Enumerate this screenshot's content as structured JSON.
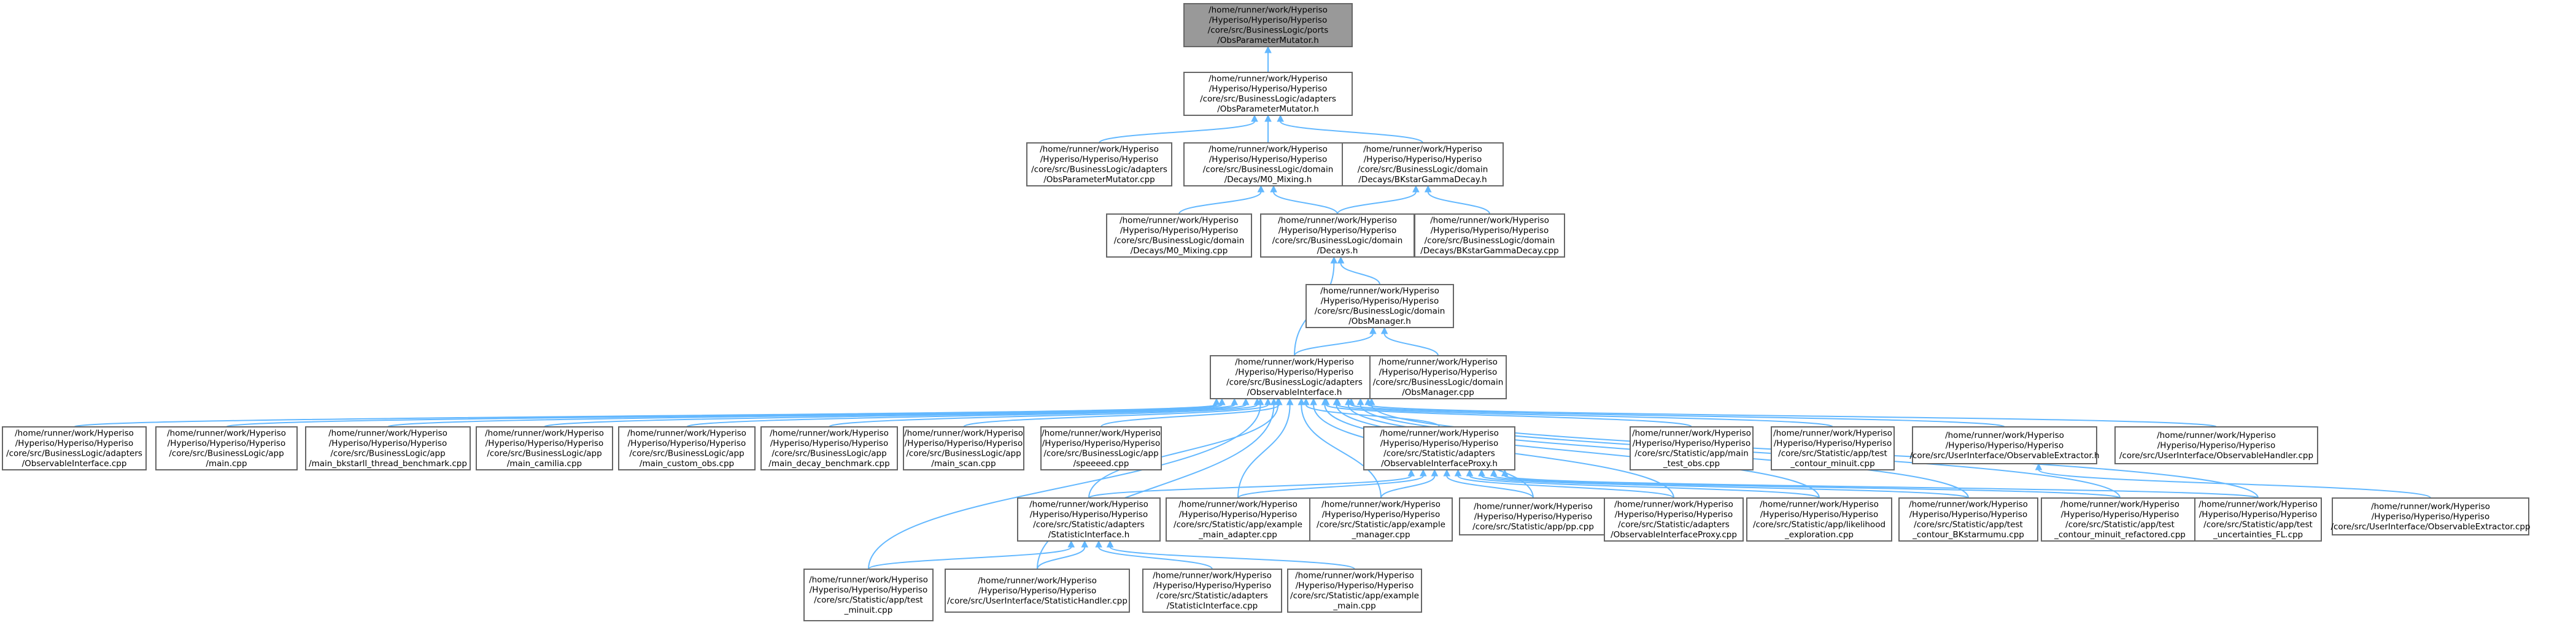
{
  "colors": {
    "edge": "#63b8ff",
    "node_border": "#666666",
    "root_fill": "#999999",
    "node_fill": "#ffffff"
  },
  "nodes": [
    {
      "id": "n0",
      "root": true,
      "lines": [
        "/home/runner/work/Hyperiso",
        "/Hyperiso/Hyperiso/Hyperiso",
        "/core/src/BusinessLogic/ports",
        "/ObsParameterMutator.h"
      ]
    },
    {
      "id": "n1",
      "lines": [
        "/home/runner/work/Hyperiso",
        "/Hyperiso/Hyperiso/Hyperiso",
        "/core/src/BusinessLogic/adapters",
        "/ObsParameterMutator.h"
      ]
    },
    {
      "id": "n2",
      "lines": [
        "/home/runner/work/Hyperiso",
        "/Hyperiso/Hyperiso/Hyperiso",
        "/core/src/BusinessLogic/adapters",
        "/ObsParameterMutator.cpp"
      ]
    },
    {
      "id": "n3",
      "lines": [
        "/home/runner/work/Hyperiso",
        "/Hyperiso/Hyperiso/Hyperiso",
        "/core/src/BusinessLogic/domain",
        "/Decays/M0_Mixing.h"
      ]
    },
    {
      "id": "n4",
      "lines": [
        "/home/runner/work/Hyperiso",
        "/Hyperiso/Hyperiso/Hyperiso",
        "/core/src/BusinessLogic/domain",
        "/Decays/BKstarGammaDecay.h"
      ]
    },
    {
      "id": "n5",
      "lines": [
        "/home/runner/work/Hyperiso",
        "/Hyperiso/Hyperiso/Hyperiso",
        "/core/src/BusinessLogic/domain",
        "/Decays/M0_Mixing.cpp"
      ]
    },
    {
      "id": "n6",
      "lines": [
        "/home/runner/work/Hyperiso",
        "/Hyperiso/Hyperiso/Hyperiso",
        "/core/src/BusinessLogic/domain",
        "/Decays.h"
      ]
    },
    {
      "id": "n7",
      "lines": [
        "/home/runner/work/Hyperiso",
        "/Hyperiso/Hyperiso/Hyperiso",
        "/core/src/BusinessLogic/domain",
        "/Decays/BKstarGammaDecay.cpp"
      ]
    },
    {
      "id": "n8",
      "lines": [
        "/home/runner/work/Hyperiso",
        "/Hyperiso/Hyperiso/Hyperiso",
        "/core/src/BusinessLogic/domain",
        "/ObsManager.h"
      ]
    },
    {
      "id": "n9",
      "lines": [
        "/home/runner/work/Hyperiso",
        "/Hyperiso/Hyperiso/Hyperiso",
        "/core/src/BusinessLogic/adapters",
        "/ObservableInterface.h"
      ]
    },
    {
      "id": "n10",
      "lines": [
        "/home/runner/work/Hyperiso",
        "/Hyperiso/Hyperiso/Hyperiso",
        "/core/src/BusinessLogic/domain",
        "/ObsManager.cpp"
      ]
    },
    {
      "id": "r1",
      "lines": [
        "/home/runner/work/Hyperiso",
        "/Hyperiso/Hyperiso/Hyperiso",
        "/core/src/BusinessLogic/adapters",
        "/ObservableInterface.cpp"
      ]
    },
    {
      "id": "r2",
      "lines": [
        "/home/runner/work/Hyperiso",
        "/Hyperiso/Hyperiso/Hyperiso",
        "/core/src/BusinessLogic/app",
        "/main.cpp"
      ]
    },
    {
      "id": "r3",
      "lines": [
        "/home/runner/work/Hyperiso",
        "/Hyperiso/Hyperiso/Hyperiso",
        "/core/src/BusinessLogic/app",
        "/main_bkstarll_thread_benchmark.cpp"
      ]
    },
    {
      "id": "r4",
      "lines": [
        "/home/runner/work/Hyperiso",
        "/Hyperiso/Hyperiso/Hyperiso",
        "/core/src/BusinessLogic/app",
        "/main_camilia.cpp"
      ]
    },
    {
      "id": "r5",
      "lines": [
        "/home/runner/work/Hyperiso",
        "/Hyperiso/Hyperiso/Hyperiso",
        "/core/src/BusinessLogic/app",
        "/main_custom_obs.cpp"
      ]
    },
    {
      "id": "r6",
      "lines": [
        "/home/runner/work/Hyperiso",
        "/Hyperiso/Hyperiso/Hyperiso",
        "/core/src/BusinessLogic/app",
        "/main_decay_benchmark.cpp"
      ]
    },
    {
      "id": "r7",
      "lines": [
        "/home/runner/work/Hyperiso",
        "/Hyperiso/Hyperiso/Hyperiso",
        "/core/src/BusinessLogic/app",
        "/main_scan.cpp"
      ]
    },
    {
      "id": "r8",
      "lines": [
        "/home/runner/work/Hyperiso",
        "/Hyperiso/Hyperiso/Hyperiso",
        "/core/src/BusinessLogic/app",
        "/speeeed.cpp"
      ]
    },
    {
      "id": "r9",
      "lines": [
        "/home/runner/work/Hyperiso",
        "/Hyperiso/Hyperiso/Hyperiso",
        "/core/src/Statistic/adapters",
        "/ObservableInterfaceProxy.h"
      ]
    },
    {
      "id": "r10",
      "lines": [
        "/home/runner/work/Hyperiso",
        "/Hyperiso/Hyperiso/Hyperiso",
        "/core/src/Statistic/app/main",
        "_test_obs.cpp"
      ]
    },
    {
      "id": "r11",
      "lines": [
        "/home/runner/work/Hyperiso",
        "/Hyperiso/Hyperiso/Hyperiso",
        "/core/src/Statistic/app/test",
        "_contour_minuit.cpp"
      ]
    },
    {
      "id": "r12",
      "lines": [
        "/home/runner/work/Hyperiso",
        "/Hyperiso/Hyperiso/Hyperiso",
        "/core/src/UserInterface/ObservableExtractor.h"
      ]
    },
    {
      "id": "r13",
      "lines": [
        "/home/runner/work/Hyperiso",
        "/Hyperiso/Hyperiso/Hyperiso",
        "/core/src/UserInterface/ObservableHandler.cpp"
      ]
    },
    {
      "id": "s1",
      "lines": [
        "/home/runner/work/Hyperiso",
        "/Hyperiso/Hyperiso/Hyperiso",
        "/core/src/Statistic/adapters",
        "/StatisticInterface.h"
      ]
    },
    {
      "id": "s2",
      "lines": [
        "/home/runner/work/Hyperiso",
        "/Hyperiso/Hyperiso/Hyperiso",
        "/core/src/Statistic/app/example",
        "_main_adapter.cpp"
      ]
    },
    {
      "id": "s3",
      "lines": [
        "/home/runner/work/Hyperiso",
        "/Hyperiso/Hyperiso/Hyperiso",
        "/core/src/Statistic/app/example",
        "_manager.cpp"
      ]
    },
    {
      "id": "s4",
      "lines": [
        "/home/runner/work/Hyperiso",
        "/Hyperiso/Hyperiso/Hyperiso",
        "/core/src/Statistic/app/pp.cpp"
      ]
    },
    {
      "id": "s5",
      "lines": [
        "/home/runner/work/Hyperiso",
        "/Hyperiso/Hyperiso/Hyperiso",
        "/core/src/Statistic/adapters",
        "/ObservableInterfaceProxy.cpp"
      ]
    },
    {
      "id": "s6",
      "lines": [
        "/home/runner/work/Hyperiso",
        "/Hyperiso/Hyperiso/Hyperiso",
        "/core/src/Statistic/app/likelihood",
        "_exploration.cpp"
      ]
    },
    {
      "id": "s7",
      "lines": [
        "/home/runner/work/Hyperiso",
        "/Hyperiso/Hyperiso/Hyperiso",
        "/core/src/Statistic/app/test",
        "_contour_BKstarmumu.cpp"
      ]
    },
    {
      "id": "s8",
      "lines": [
        "/home/runner/work/Hyperiso",
        "/Hyperiso/Hyperiso/Hyperiso",
        "/core/src/Statistic/app/test",
        "_contour_minuit_refactored.cpp"
      ]
    },
    {
      "id": "s9",
      "lines": [
        "/home/runner/work/Hyperiso",
        "/Hyperiso/Hyperiso/Hyperiso",
        "/core/src/Statistic/app/test",
        "_uncertainties_FL.cpp"
      ]
    },
    {
      "id": "s10",
      "lines": [
        "/home/runner/work/Hyperiso",
        "/Hyperiso/Hyperiso/Hyperiso",
        "/core/src/UserInterface/ObservableExtractor.cpp"
      ]
    },
    {
      "id": "b1",
      "lines": [
        "/home/runner/work/Hyperiso",
        "/Hyperiso/Hyperiso/Hyperiso",
        "/core/src/Statistic/app/test",
        "_minuit.cpp"
      ]
    },
    {
      "id": "b2",
      "lines": [
        "/home/runner/work/Hyperiso",
        "/Hyperiso/Hyperiso/Hyperiso",
        "/core/src/UserInterface/StatisticHandler.cpp"
      ]
    },
    {
      "id": "b3",
      "lines": [
        "/home/runner/work/Hyperiso",
        "/Hyperiso/Hyperiso/Hyperiso",
        "/core/src/Statistic/adapters",
        "/StatisticInterface.cpp"
      ]
    },
    {
      "id": "b4",
      "lines": [
        "/home/runner/work/Hyperiso",
        "/Hyperiso/Hyperiso/Hyperiso",
        "/core/src/Statistic/app/example",
        "_main.cpp"
      ]
    }
  ],
  "edges": [
    [
      "n1",
      "n0"
    ],
    [
      "n2",
      "n1"
    ],
    [
      "n3",
      "n1"
    ],
    [
      "n4",
      "n1"
    ],
    [
      "n5",
      "n3"
    ],
    [
      "n6",
      "n3"
    ],
    [
      "n6",
      "n4"
    ],
    [
      "n7",
      "n4"
    ],
    [
      "n8",
      "n6"
    ],
    [
      "n9",
      "n6"
    ],
    [
      "n9",
      "n8"
    ],
    [
      "n10",
      "n8"
    ],
    [
      "r1",
      "n9"
    ],
    [
      "r2",
      "n9"
    ],
    [
      "r3",
      "n9"
    ],
    [
      "r4",
      "n9"
    ],
    [
      "r5",
      "n9"
    ],
    [
      "r6",
      "n9"
    ],
    [
      "r7",
      "n9"
    ],
    [
      "r8",
      "n9"
    ],
    [
      "r9",
      "n9"
    ],
    [
      "r10",
      "n9"
    ],
    [
      "r11",
      "n9"
    ],
    [
      "r12",
      "n9"
    ],
    [
      "r13",
      "n9"
    ],
    [
      "s1",
      "n9"
    ],
    [
      "s2",
      "n9"
    ],
    [
      "s3",
      "n9"
    ],
    [
      "s4",
      "n9"
    ],
    [
      "s5",
      "n9"
    ],
    [
      "s6",
      "n9"
    ],
    [
      "s7",
      "n9"
    ],
    [
      "s8",
      "n9"
    ],
    [
      "s9",
      "n9"
    ],
    [
      "b1",
      "n9"
    ],
    [
      "b2",
      "n9"
    ],
    [
      "s1",
      "r9"
    ],
    [
      "s2",
      "r9"
    ],
    [
      "s3",
      "r9"
    ],
    [
      "s4",
      "r9"
    ],
    [
      "s5",
      "r9"
    ],
    [
      "s6",
      "r9"
    ],
    [
      "s7",
      "r9"
    ],
    [
      "s8",
      "r9"
    ],
    [
      "s9",
      "r9"
    ],
    [
      "s10",
      "r12"
    ],
    [
      "b1",
      "s1"
    ],
    [
      "b2",
      "s1"
    ],
    [
      "b3",
      "s1"
    ],
    [
      "b4",
      "s1"
    ]
  ]
}
